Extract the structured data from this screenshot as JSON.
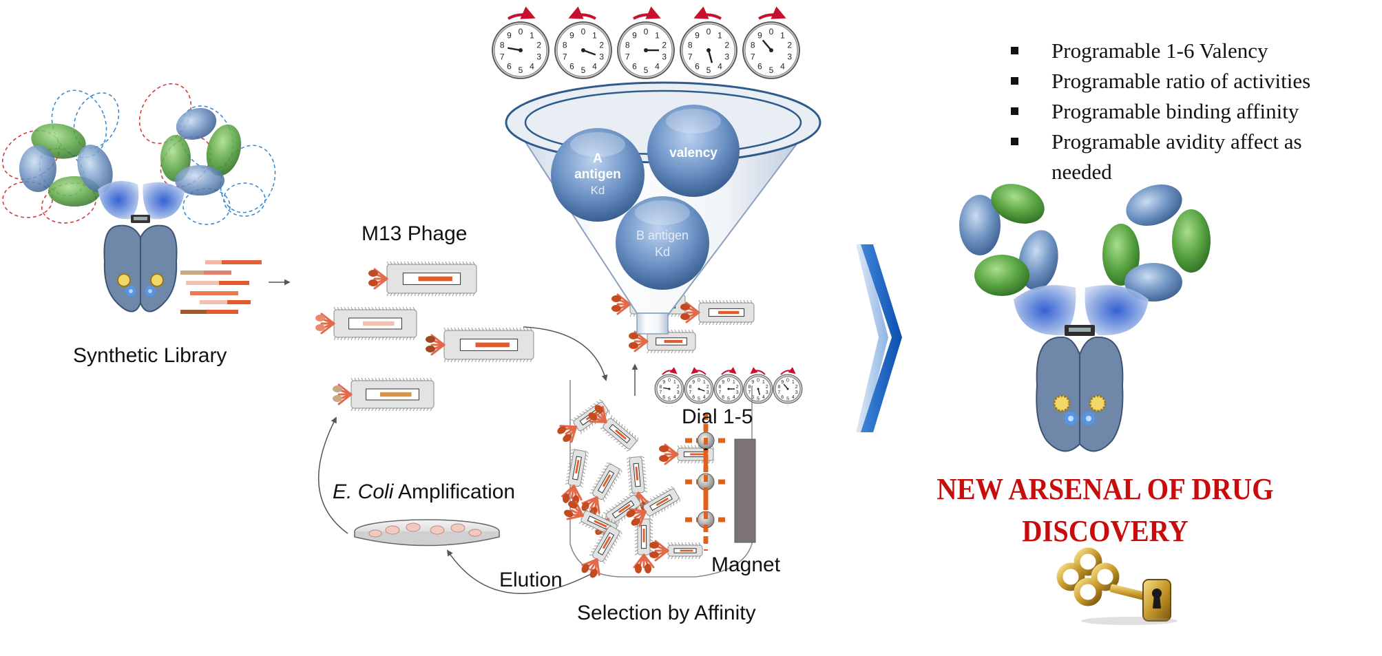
{
  "labels": {
    "synthetic_library": "Synthetic Library",
    "m13_phage": "M13 Phage",
    "e_coli_italic": "E. Coli",
    "amplification": " Amplification",
    "elution": "Elution",
    "selection_by_affinity": "Selection by Affinity",
    "magnet": "Magnet",
    "dial": "Dial 1-5"
  },
  "funnel_spheres": {
    "a_antigen": [
      "A",
      "antigen",
      "Kd"
    ],
    "valency": "valency",
    "b_antigen": [
      "B antigen",
      "Kd"
    ]
  },
  "dial_digits": [
    "0",
    "1",
    "2",
    "3",
    "4",
    "5",
    "6",
    "7",
    "8",
    "9"
  ],
  "dial_arrows": [
    "clockwise",
    "counterclockwise",
    "clockwise",
    "counterclockwise",
    "clockwise"
  ],
  "bullets": [
    "Programable 1-6 Valency",
    "Programable ratio of activities",
    "Programable binding affinity",
    "Programable avidity affect as needed"
  ],
  "headline": [
    "NEW ARSENAL OF DRUG",
    "DISCOVERY"
  ],
  "colors": {
    "headline_red": "#c80c0c",
    "antibody_blue": "#6f87a8",
    "domain_green": "#4f9c3c",
    "domain_blue": "#5f86b8",
    "library_red_dash": "#d43a3a",
    "library_blue_dash": "#3a8ad4",
    "chevron_blue": "#1660c0",
    "dial_arrow_red": "#c8102e",
    "phage_orange": "#e25b2a",
    "key_gold": "#c79a2a"
  }
}
